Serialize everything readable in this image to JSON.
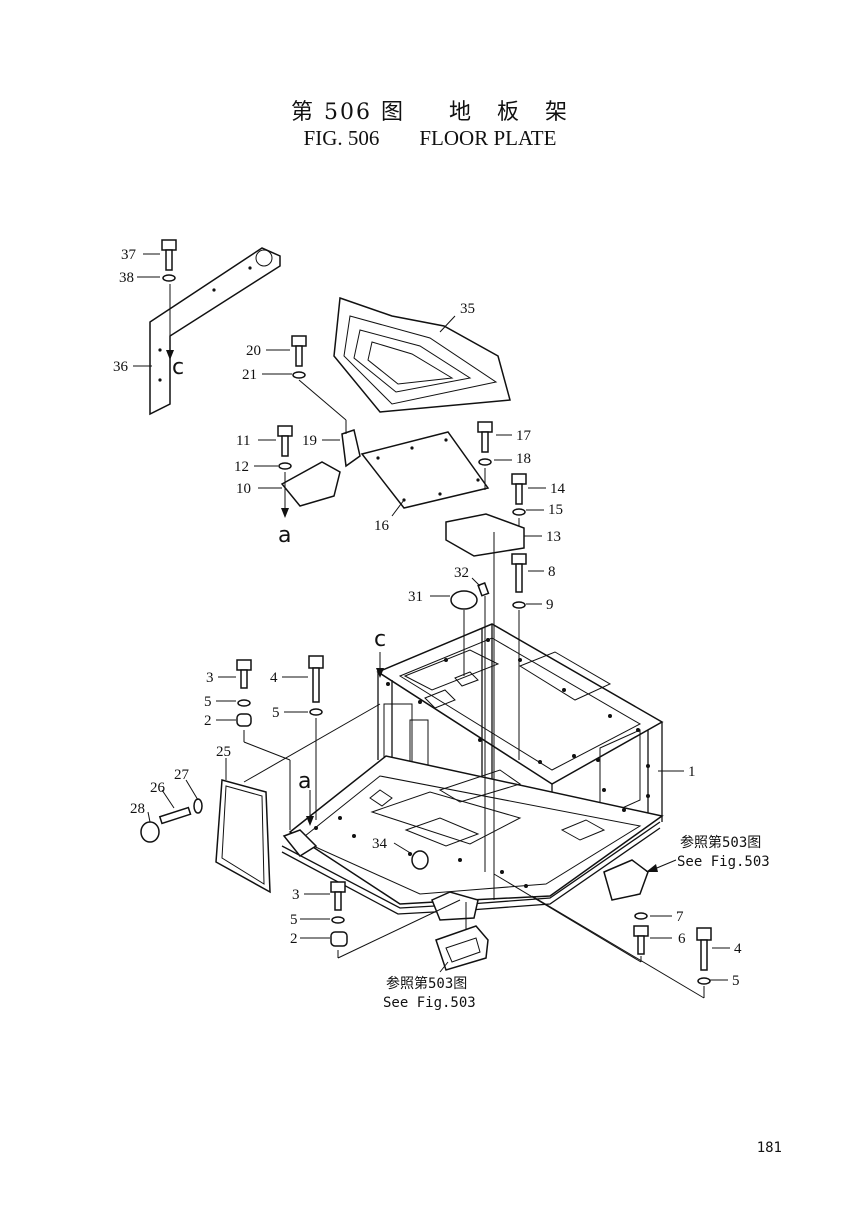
{
  "figure": {
    "title_cn_prefix": "第 506 图",
    "title_cn_name": "地　板　架",
    "title_en_prefix": "FIG. 506",
    "title_en_name": "FLOOR PLATE"
  },
  "labels": {
    "c": "c",
    "a": "a"
  },
  "callouts": [
    "1",
    "2",
    "3",
    "4",
    "5",
    "6",
    "7",
    "8",
    "9",
    "10",
    "11",
    "12",
    "13",
    "14",
    "15",
    "16",
    "17",
    "18",
    "19",
    "20",
    "21",
    "25",
    "26",
    "27",
    "28",
    "31",
    "32",
    "34",
    "35",
    "36",
    "37",
    "38"
  ],
  "references": {
    "right_cn": "参照第503图",
    "right_en": "See Fig.503",
    "bottom_cn": "参照第503图",
    "bottom_en": "See Fig.503"
  },
  "page_number": "181"
}
